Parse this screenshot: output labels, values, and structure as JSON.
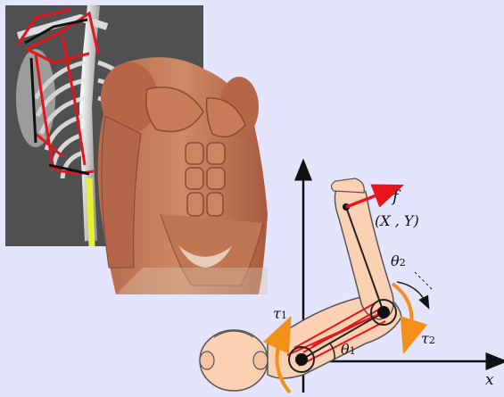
{
  "figure": {
    "labels": {
      "force": "f",
      "endpoint": "(X , Y)",
      "theta2_sym": "θ",
      "theta2_sub": "2",
      "theta1_sym": "θ",
      "theta1_sub": "1",
      "tau1_sym": "τ",
      "tau1_sub": "1",
      "tau2_sym": "τ",
      "tau2_sub": "2",
      "x_axis": "x"
    }
  }
}
